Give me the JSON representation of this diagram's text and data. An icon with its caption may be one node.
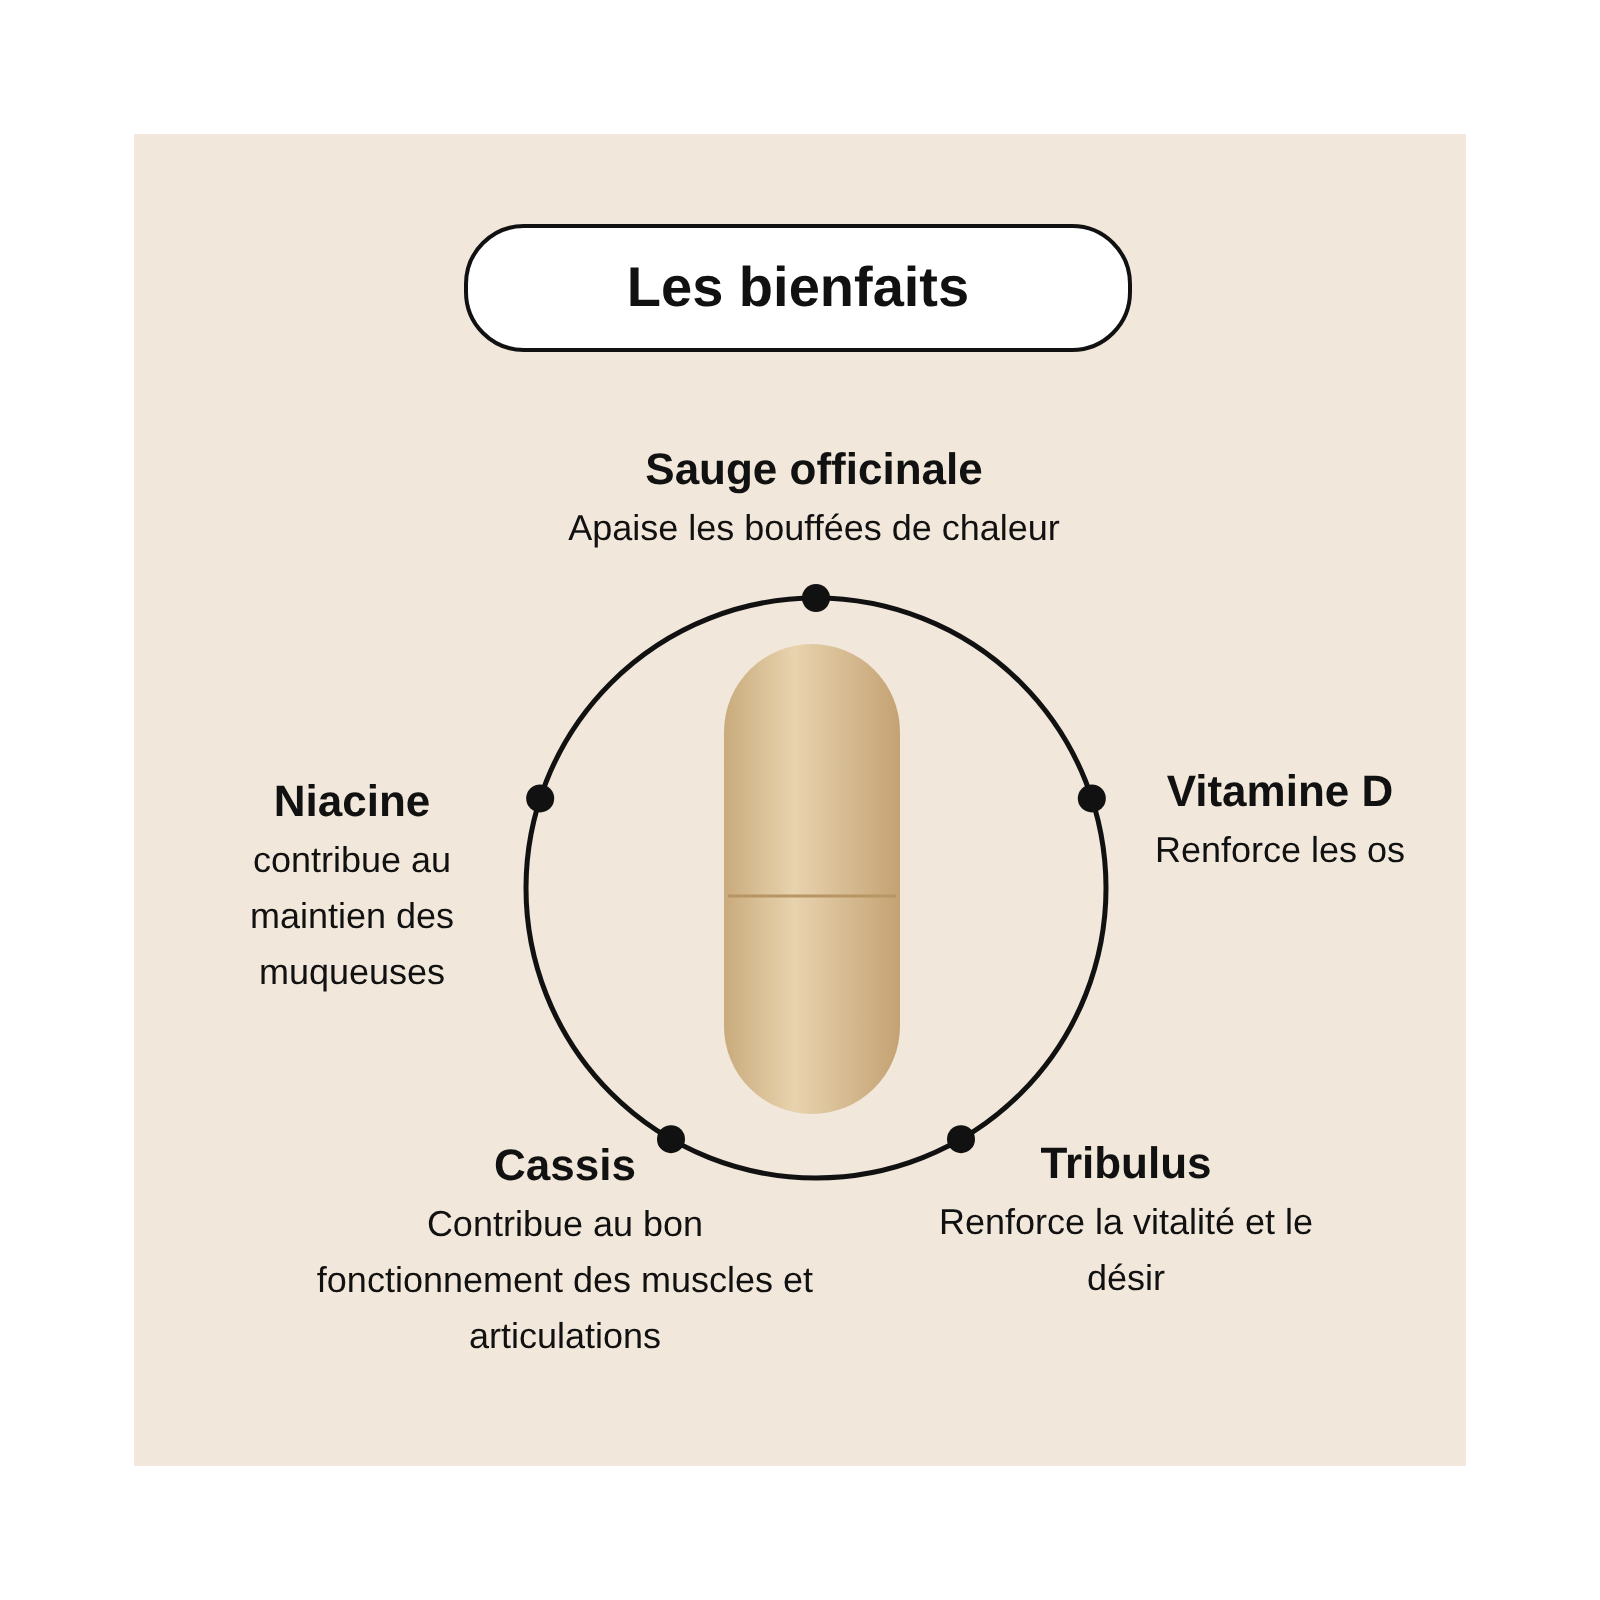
{
  "diagram": {
    "title": "Les bienfaits",
    "nodes": [
      {
        "text": [
          "Sauge officinale",
          "Apaise les bouffées de chaleur"
        ]
      },
      {
        "text": [
          "Niacine",
          "contribue au maintien des muqueuses"
        ]
      },
      {
        "text": [
          "Vitamine D",
          "Renforce les os"
        ]
      },
      {
        "text": [
          "Cassis",
          "Contribue au bon fonctionnement des muscles et articulations"
        ]
      },
      {
        "text": [
          "Tribulus",
          "Renforce la vitalité et le désir"
        ]
      }
    ]
  }
}
